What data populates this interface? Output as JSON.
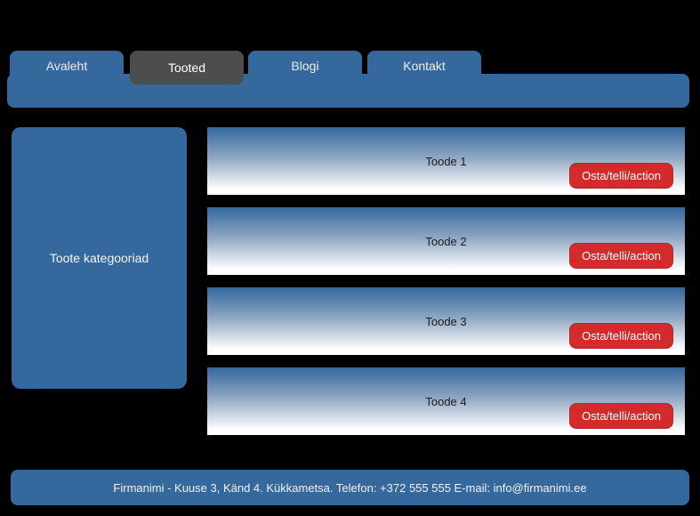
{
  "colors": {
    "background": "#000000",
    "primary_blue": "#35699e",
    "active_tab_gray": "#4d4d4d",
    "button_red": "#d32b2b",
    "row_gradient_top": "#34679d",
    "row_gradient_bottom": "#ffffff"
  },
  "nav": {
    "tabs": [
      {
        "label": "Avaleht",
        "active": false
      },
      {
        "label": "Tooted",
        "active": true
      },
      {
        "label": "Blogi",
        "active": false
      },
      {
        "label": "Kontakt",
        "active": false
      }
    ]
  },
  "sidebar": {
    "label": "Toote kategooriad"
  },
  "products": [
    {
      "name": "Toode 1",
      "action_label": "Osta/telli/action"
    },
    {
      "name": "Toode 2",
      "action_label": "Osta/telli/action"
    },
    {
      "name": "Toode 3",
      "action_label": "Osta/telli/action"
    },
    {
      "name": "Toode 4",
      "action_label": "Osta/telli/action"
    }
  ],
  "footer": {
    "text": "Firmanimi - Kuuse 3, Känd 4. Kükkametsa. Telefon: +372 555 555 E-mail: info@firmanimi.ee"
  }
}
